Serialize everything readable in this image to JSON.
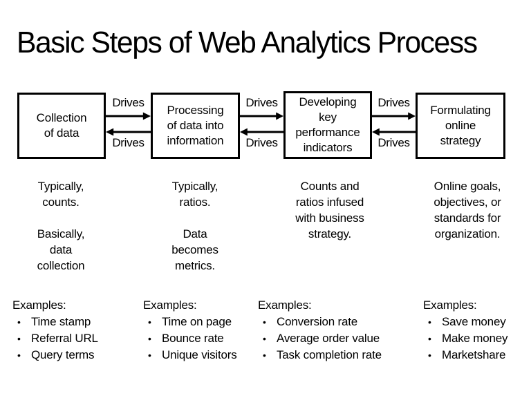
{
  "slide": {
    "title": "Basic Steps of Web Analytics Process"
  },
  "colors": {
    "background": "#ffffff",
    "text": "#000000",
    "box_border": "#000000",
    "arrow": "#000000"
  },
  "bullet_char": "•",
  "steps": [
    {
      "box_label": "Collection\nof data",
      "description": "Typically,\ncounts.\n\nBasically,\ndata\ncollection",
      "examples_heading": "Examples:",
      "examples": [
        "Time stamp",
        "Referral URL",
        "Query terms"
      ]
    },
    {
      "box_label": "Processing\nof data into\ninformation",
      "description": "Typically,\nratios.\n\nData\nbecomes\nmetrics.",
      "examples_heading": "Examples:",
      "examples": [
        "Time on page",
        "Bounce rate",
        "Unique visitors"
      ]
    },
    {
      "box_label": "Developing\nkey\nperformance\nindicators",
      "description": "Counts and\nratios infused\nwith business\nstrategy.",
      "examples_heading": "Examples:",
      "examples": [
        "Conversion rate",
        "Average order value",
        "Task completion rate"
      ]
    },
    {
      "box_label": "Formulating\nonline\nstrategy",
      "description": "Online goals,\nobjectives, or\nstandards for\norganization.",
      "examples_heading": "Examples:",
      "examples": [
        "Save money",
        "Make money",
        "Marketshare"
      ]
    }
  ],
  "connectors": [
    {
      "forward_label": "Drives",
      "backward_label": "Drives"
    },
    {
      "forward_label": "Drives",
      "backward_label": "Drives"
    },
    {
      "forward_label": "Drives",
      "backward_label": "Drives"
    }
  ]
}
